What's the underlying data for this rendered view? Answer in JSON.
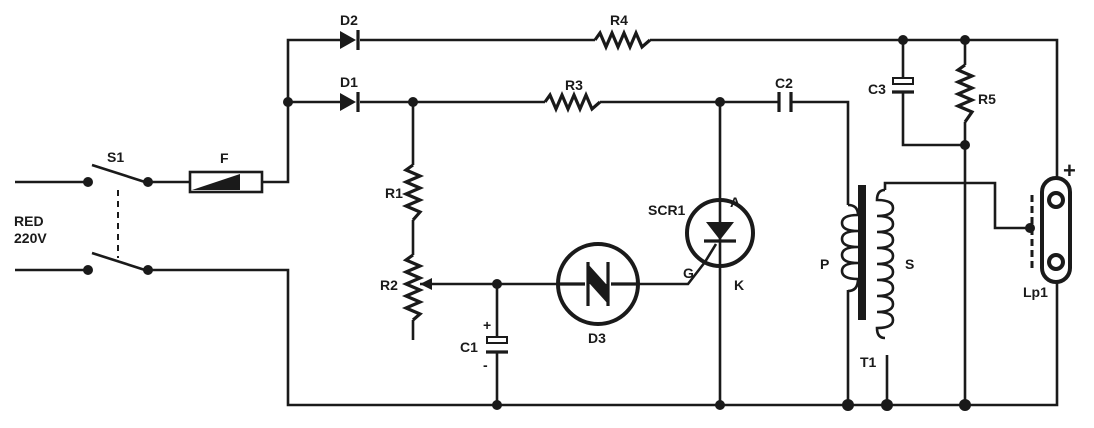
{
  "title": "SCR lamp flasher circuit",
  "labels": {
    "D2": "D2",
    "R4": "R4",
    "D1": "D1",
    "R3": "R3",
    "C2": "C2",
    "C3": "C3",
    "R5": "R5",
    "S1": "S1",
    "F": "F",
    "mains_1": "RED",
    "mains_2": "220V",
    "R1": "R1",
    "R2": "R2",
    "SCR1": "SCR1",
    "A": "A",
    "G": "G",
    "K": "K",
    "D3": "D3",
    "C1": "C1",
    "C1_plus": "+",
    "C1_minus": "-",
    "P": "P",
    "S": "S",
    "T1": "T1",
    "Lp1": "Lp1",
    "lamp_plus": "+"
  },
  "colors": {
    "ink": "#1a1a1a",
    "background": "#ffffff"
  }
}
